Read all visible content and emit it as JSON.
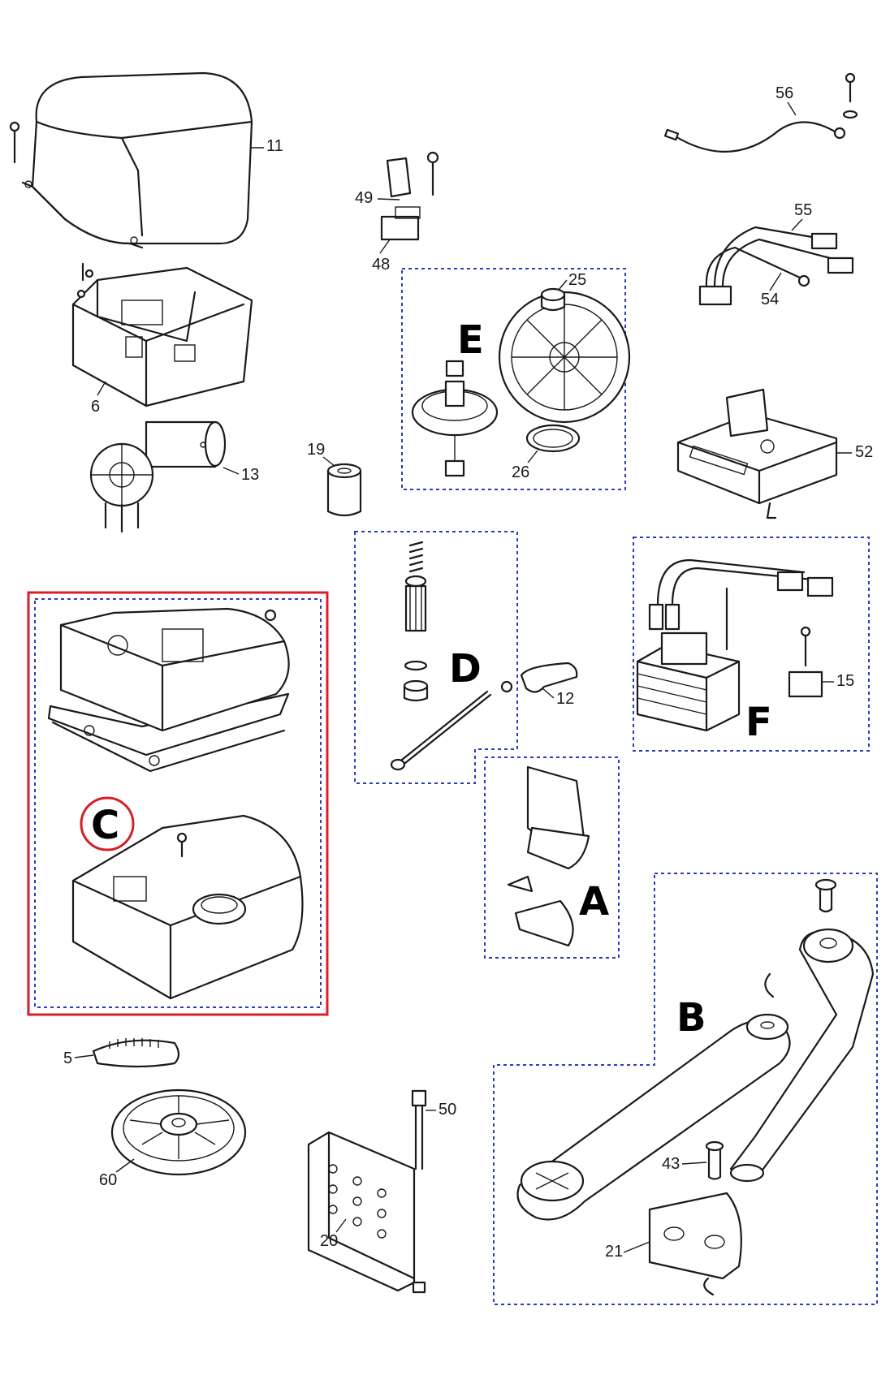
{
  "diagram": {
    "part_numbers": [
      "5",
      "6",
      "11",
      "12",
      "13",
      "15",
      "19",
      "20",
      "21",
      "25",
      "26",
      "43",
      "48",
      "49",
      "50",
      "52",
      "54",
      "55",
      "56",
      "60"
    ],
    "group_letters": [
      "A",
      "B",
      "C",
      "D",
      "E",
      "F"
    ],
    "highlighted_group": "C",
    "colors": {
      "group_outline": "#2b3bbf",
      "highlight": "#d81e28",
      "line": "#1a1a1a"
    }
  }
}
